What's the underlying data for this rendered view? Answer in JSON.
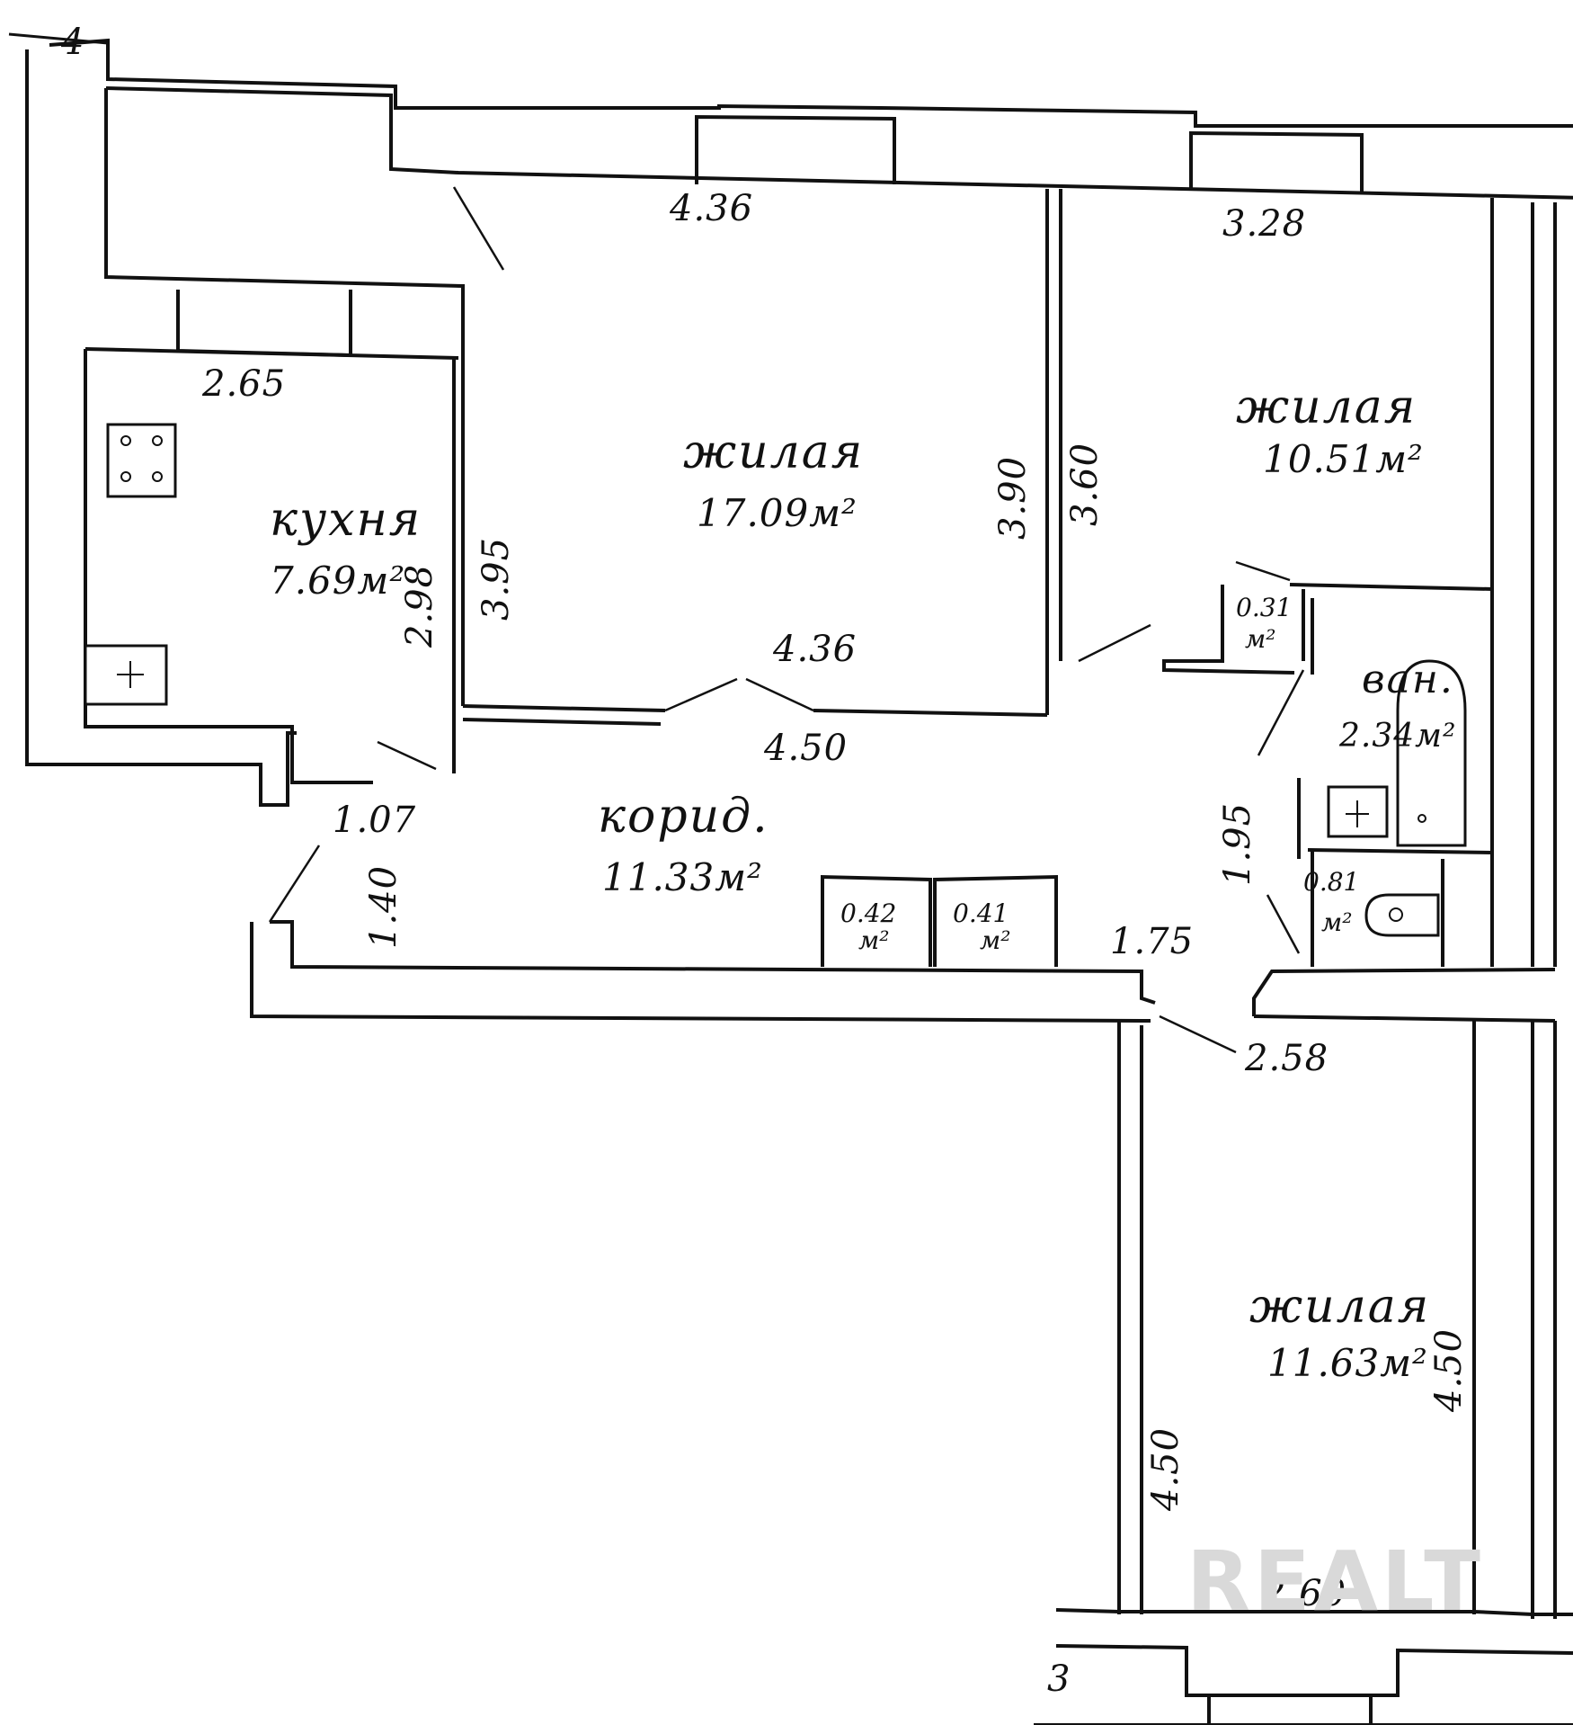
{
  "rooms": {
    "living1": {
      "name": "жилая",
      "area": "17.09м²"
    },
    "living2": {
      "name": "жилая",
      "area": "10.51м²"
    },
    "living3": {
      "name": "жилая",
      "area": "11.63м²"
    },
    "kitchen": {
      "name": "кухня",
      "area": "7.69м²"
    },
    "corridor": {
      "name": "корид.",
      "area": "11.33м²"
    },
    "bath": {
      "name": "ван.",
      "area": "2.34м²"
    },
    "closet1": {
      "area": "0.31",
      "unit": "м²"
    },
    "closet2": {
      "area": "0.42",
      "unit": "м²"
    },
    "closet3": {
      "area": "0.41",
      "unit": "м²"
    },
    "wc": {
      "area": "0.81",
      "unit": "м²"
    }
  },
  "dimensions": {
    "living1_top": "4.36",
    "living2_top": "3.28",
    "kitchen_top": "2.65",
    "kitchen_side": "2.98",
    "living1_left": "3.95",
    "living1_right": "3.90",
    "living2_left": "3.60",
    "living1_bottom": "4.36",
    "corridor_top": "4.50",
    "door_width": "1.07",
    "corridor_left": "1.40",
    "corridor_right": "1.95",
    "corridor_bottom": "1.75",
    "passage": "2.58",
    "living3_left": "4.50",
    "living3_right": "4.50",
    "living3_bottom": "2.60"
  },
  "marks": {
    "corner_top": "4",
    "corner_bottom": "3"
  },
  "watermark": "REALT"
}
